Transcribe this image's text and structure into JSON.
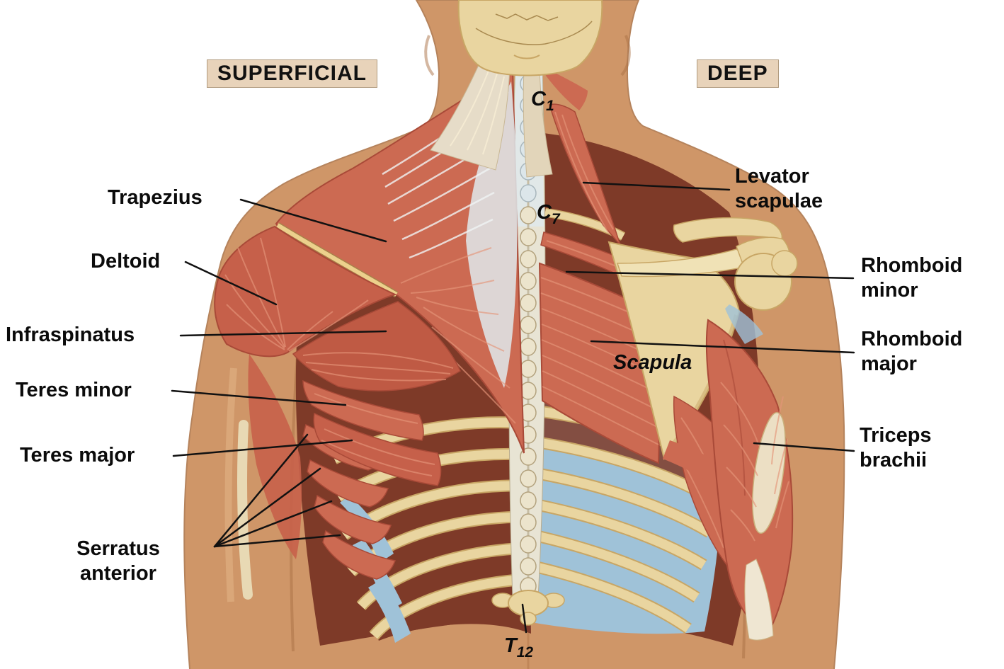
{
  "diagram": {
    "view_labels": {
      "left": "SUPERFICIAL",
      "right": "DEEP"
    },
    "muscle_labels": {
      "trapezius": "Trapezius",
      "deltoid": "Deltoid",
      "infraspinatus": "Infraspinatus",
      "teres_minor": "Teres minor",
      "teres_major": "Teres major",
      "serratus_anterior": "Serratus anterior",
      "levator_scapulae": "Levator scapulae",
      "rhomboid_minor": "Rhomboid minor",
      "rhomboid_major": "Rhomboid major",
      "triceps_brachii": "Triceps brachii"
    },
    "bone_labels": {
      "scapula": "Scapula"
    },
    "vertebra_labels": {
      "c1": {
        "letter": "C",
        "sub": "1"
      },
      "c7": {
        "letter": "C",
        "sub": "7"
      },
      "t12": {
        "letter": "T",
        "sub": "12"
      }
    },
    "colors": {
      "muscle": "#cc6a52",
      "muscle_light": "#e59579",
      "muscle_dark": "#a94a38",
      "bone": "#e9d5a0",
      "bone_shade": "#c8a665",
      "cartilage_blue": "#9fc2d8",
      "skin": "#cf9668",
      "skin_dark": "#a96f44",
      "fascia": "#dfe9ec",
      "label_box_bg": "#e8d3ba"
    }
  }
}
